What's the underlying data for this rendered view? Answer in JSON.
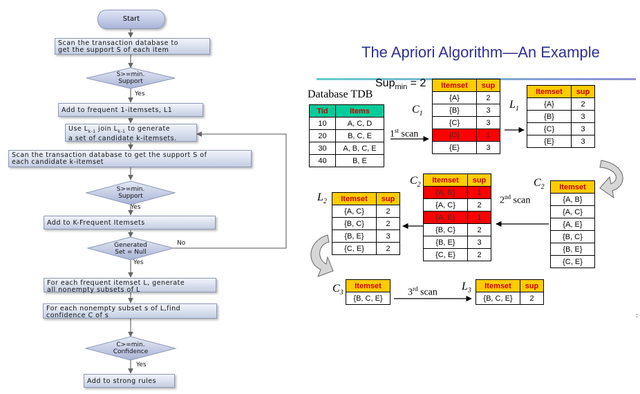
{
  "flowchart": {
    "start": "Start",
    "scan1": [
      "Scan the transaction database to",
      "get the support S of each item"
    ],
    "dec1": [
      "S>=min.",
      "Support"
    ],
    "yes1": "Yes",
    "add1": "Add to frequent 1-itemsets, L1",
    "gen_pre": "Use L",
    "gen_sub1": "k-1",
    "gen_mid": " join L",
    "gen_sub2": "k-1",
    "gen_post": " to generate",
    "gen_line2": "a set of candidate k-itemsets.",
    "scank": [
      "Scan the transaction database to get the support S of",
      "each candidate k-itemset"
    ],
    "dec2": [
      "S>=min.",
      "Support"
    ],
    "yes2": "Yes",
    "addk": "Add to K-Frequent Itemsets",
    "dec3": [
      "Generated",
      "Set = Null"
    ],
    "no": "No",
    "yes3": "Yes",
    "foreach1": [
      "For each frequent itemset L, generate",
      "all nonempty subsets of L"
    ],
    "foreach2": [
      "For each nonempty subset s of L,find",
      "confidence C of s"
    ],
    "dec4": [
      "C>=min.",
      "Confidence"
    ],
    "yes4": "Yes",
    "strong": "Add to strong rules"
  },
  "apriori": {
    "title": "The Apriori Algorithm—An Example",
    "supmin_base": "Sup",
    "supmin_sub": "min",
    "supmin_val": " = 2",
    "db_title": "Database TDB",
    "db_headers": [
      "Tid",
      "Items"
    ],
    "db_rows": [
      [
        "10",
        "A, C, D"
      ],
      [
        "20",
        "B, C, E"
      ],
      [
        "30",
        "A, B, C, E"
      ],
      [
        "40",
        "B, E"
      ]
    ],
    "col_itemset": "Itemset",
    "col_sup": "sup",
    "c1_rows": [
      [
        "{A}",
        "2"
      ],
      [
        "{B}",
        "3"
      ],
      [
        "{C}",
        "3"
      ],
      [
        "{D}",
        "1"
      ],
      [
        "{E}",
        "3"
      ]
    ],
    "l1_rows": [
      [
        "{A}",
        "2"
      ],
      [
        "{B}",
        "3"
      ],
      [
        "{C}",
        "3"
      ],
      [
        "{E}",
        "3"
      ]
    ],
    "c2a_rows": [
      [
        "{A, B}"
      ],
      [
        "{A, C}"
      ],
      [
        "{A, E}"
      ],
      [
        "{B, C}"
      ],
      [
        "{B, E}"
      ],
      [
        "{C, E}"
      ]
    ],
    "c2b_rows": [
      [
        "{A, B}",
        "1"
      ],
      [
        "{A, C}",
        "2"
      ],
      [
        "{A, E}",
        "1"
      ],
      [
        "{B, C}",
        "2"
      ],
      [
        "{B, E}",
        "3"
      ],
      [
        "{C, E}",
        "2"
      ]
    ],
    "l2_rows": [
      [
        "{A, C}",
        "2"
      ],
      [
        "{B, C}",
        "2"
      ],
      [
        "{B, E}",
        "3"
      ],
      [
        "{C, E}",
        "2"
      ]
    ],
    "c3_rows": [
      [
        "{B, C, E}"
      ]
    ],
    "l3_rows": [
      [
        "{B, C, E}",
        "2"
      ]
    ],
    "labels": {
      "C": "C",
      "L": "L",
      "s1": "1",
      "s2": "2",
      "s3": "3"
    },
    "scan1_num": "1",
    "scan1_sup": "st",
    "scan_word": " scan",
    "scan2_num": "2",
    "scan2_sup": "nd",
    "scan3_num": "3",
    "scan3_sup": "rd",
    "side_mark": ":"
  }
}
